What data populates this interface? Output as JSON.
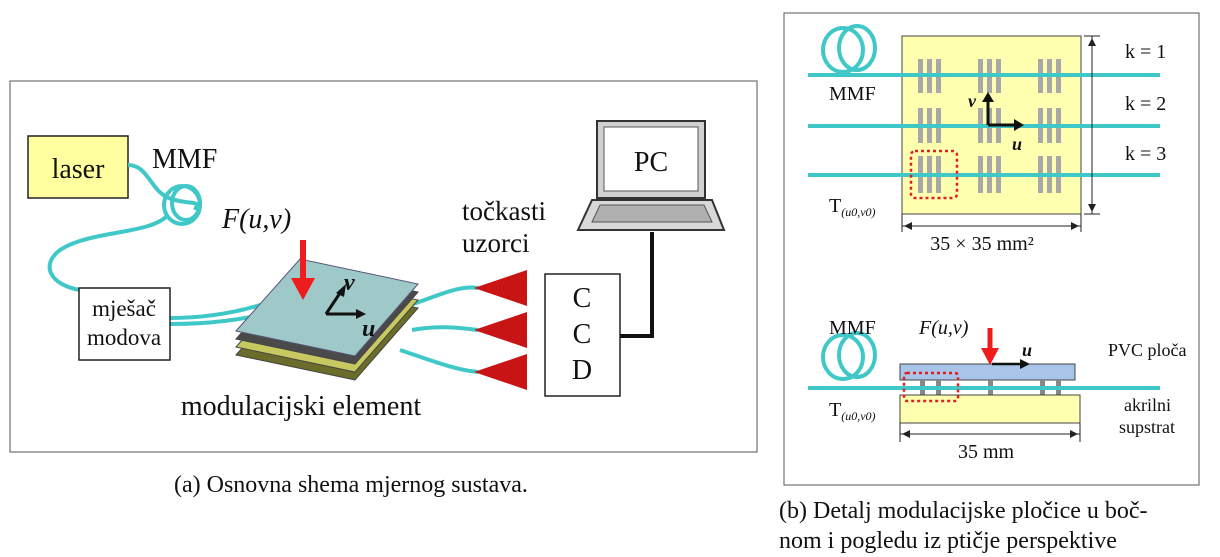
{
  "panel_a": {
    "laser_label": "laser",
    "mmf_label": "MMF",
    "force_label": "F(u,v)",
    "axis_v_label": "v",
    "axis_u_label": "u",
    "mixer_line1": "mješač",
    "mixer_line2": "modova",
    "element_label": "modulacijski element",
    "samples_line1": "točkasti",
    "samples_line2": "uzorci",
    "pc_label": "PC",
    "ccd_c1": "C",
    "ccd_c2": "C",
    "ccd_d": "D",
    "caption": "(a) Osnovna shema mjernog sustava."
  },
  "panel_b": {
    "top": {
      "mmf_label": "MMF",
      "k1": "k = 1",
      "k2": "k = 2",
      "k3": "k = 3",
      "axis_v_label": "v",
      "axis_u_label": "u",
      "t_label": "T",
      "t_sub": "(u0,v0)",
      "size_label": "35 × 35 mm²"
    },
    "side": {
      "mmf_label": "MMF",
      "force_label": "F(u,v)",
      "axis_u_label": "u",
      "pvc_label": "PVC ploča",
      "t_label": "T",
      "t_sub": "(u0,v0)",
      "substrate_line1": "akrilni",
      "substrate_line2": "supstrat",
      "length_label": "35 mm"
    },
    "caption_line1": "(b) Detalj modulacijske pločice u boč-",
    "caption_line2": "nom i pogledu iz ptičje perspektive"
  },
  "colors": {
    "fiber": "#40c8c8",
    "laser_box": "#ffffa0",
    "plate": "#9fc8c8",
    "arrow": "#ee1c1c",
    "pad": "#ffffb0",
    "pvc": "#a8c4e8"
  }
}
